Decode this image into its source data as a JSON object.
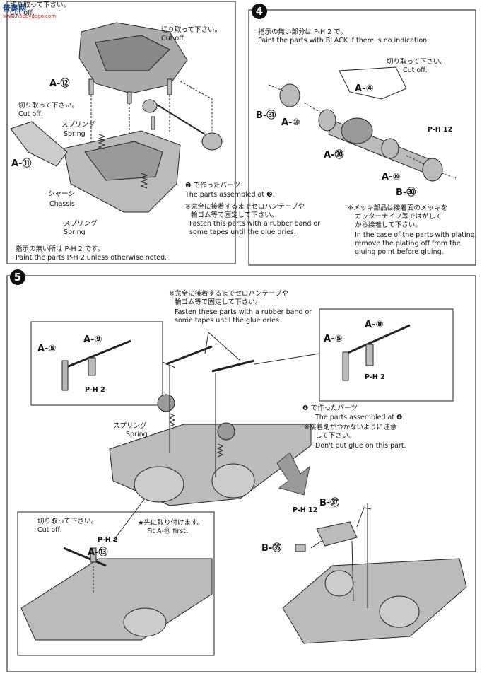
{
  "watermark": {
    "text": "普奥网",
    "sub": "www.hobbygogo.com"
  },
  "step3": {
    "cut_off_jp_1": "切り取って下さい。",
    "cut_off_en_1": "Cut off.",
    "cut_off_jp_2": "切り取って下さい。",
    "cut_off_en_2": "Cut off.",
    "cut_off_jp_3": "切り取って下さい。",
    "cut_off_en_3": "Cut off.",
    "part_a12": "A-⑫",
    "part_a11": "A-⑪",
    "spring_jp_1": "スプリング",
    "spring_en_1": "Spring",
    "spring_jp_2": "スプリング",
    "spring_en_2": "Spring",
    "chassis_jp": "シャーシ",
    "chassis_en": "Chassis",
    "assembled_jp": "❷ で作ったパーツ",
    "assembled_en": "The parts assembled at ❷.",
    "note_jp_1": "※完全に接着するまでセロハンテープや",
    "note_jp_2": "輪ゴム等で固定して下さい。",
    "note_en_1": "Fasten this parts with a rubber band or",
    "note_en_2": "some tapes until the glue dries.",
    "paint_jp": "指示の無い所は P-H 2 です。",
    "paint_en": "Paint the parts P-H 2 unless otherwise noted."
  },
  "step4": {
    "number": "4",
    "paint_jp": "指示の無い部分は P-H 2 で。",
    "paint_en": "Paint the parts with BLACK if there is no indication.",
    "cut_off_jp": "切り取って下さい。",
    "cut_off_en": "Cut off.",
    "part_a4": "A-④",
    "part_b31": "B-㉛",
    "part_a10_1": "A-⑩",
    "part_a20": "A-⑳",
    "part_a10_2": "A-⑩",
    "part_b30": "B-㉚",
    "paint_ph12": "P-H 12",
    "plating_jp_1": "※メッキ部品は接着面のメッキを",
    "plating_jp_2": "カッターナイフ等ではがして",
    "plating_jp_3": "から接着して下さい。",
    "plating_en_1": "In the case of the parts with plating,",
    "plating_en_2": "remove the plating off from the",
    "plating_en_3": "gluing point before gluing."
  },
  "step5": {
    "number": "5",
    "note_jp_1": "※完全に接着するまでセロハンテープや",
    "note_jp_2": "輪ゴム等で固定して下さい。",
    "note_en_1": "Fasten these parts with a rubber band or",
    "note_en_2": "some tapes until the glue dries.",
    "part_a9": "A-⑨",
    "part_a5_1": "A-⑤",
    "paint_ph2_1": "P-H 2",
    "part_a8": "A-⑧",
    "part_a5_2": "A-⑤",
    "paint_ph2_2": "P-H 2",
    "spring_jp": "スプリング",
    "spring_en": "Spring",
    "assembled_jp": "❹ で作ったパーツ",
    "assembled_en": "The parts assembled at ❹.",
    "glue_jp_1": "※接着剤がつかないように注意",
    "glue_jp_2": "して下さい。",
    "glue_en": "Don't put glue on this part.",
    "cut_off_jp": "切り取って下さい。",
    "cut_off_en": "Cut off.",
    "fit_first_jp": "★先に取り付けます。",
    "fit_first_en": "Fit A-⑬ first.",
    "paint_ph2_3": "P-H 2",
    "part_a13": "A-⑬",
    "part_b37": "B-㊲",
    "paint_ph12": "P-H 12",
    "part_b35": "B-㉟"
  }
}
